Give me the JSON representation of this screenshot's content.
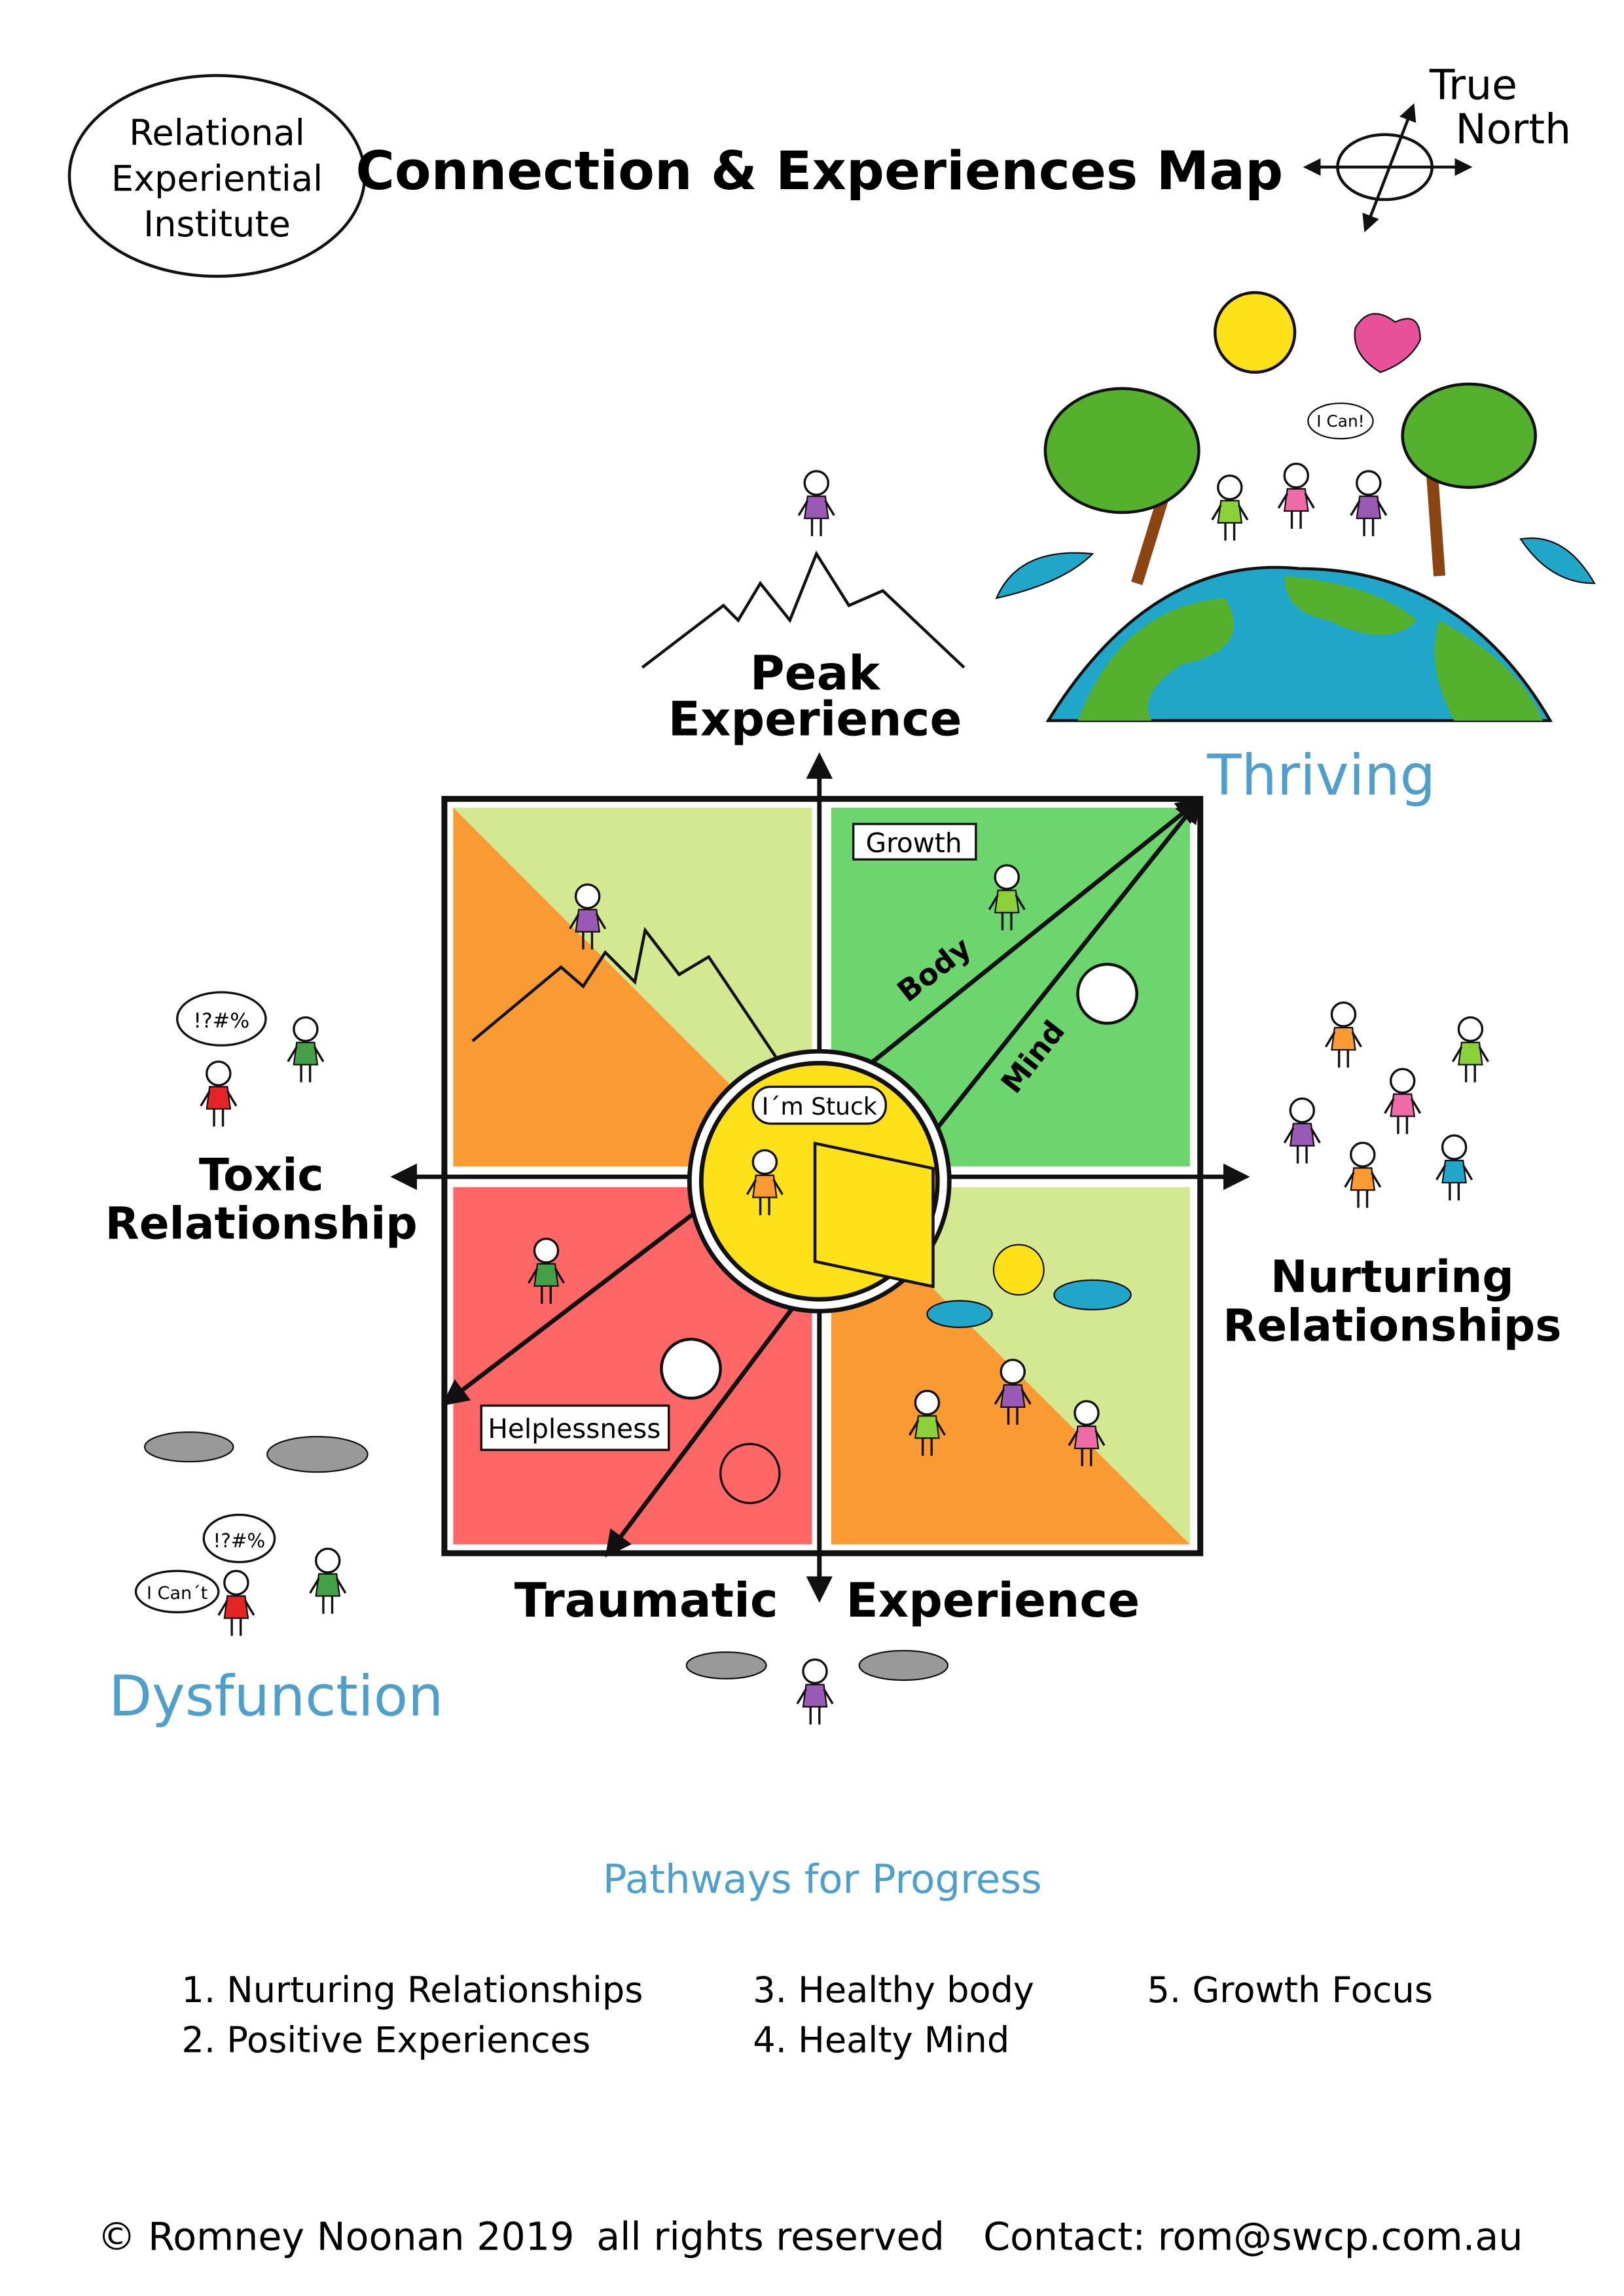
{
  "header": {
    "logo_lines": [
      "Relational",
      "Experiential",
      "Institute"
    ],
    "title": "Connection & Experiences Map",
    "compass_lines": [
      "True",
      "North"
    ]
  },
  "axes": {
    "top": [
      "Peak",
      "Experience"
    ],
    "left": [
      "Toxic",
      "Relationship"
    ],
    "right": [
      "Nurturing",
      "Relationships"
    ],
    "bottom_left": "Traumatic",
    "bottom_right": "Experience"
  },
  "corners": {
    "thriving": "Thriving",
    "dysfunction": "Dysfunction"
  },
  "quadrant_labels": {
    "growth": "Growth",
    "body": "Body",
    "mind": "Mind",
    "stuck": "I´m Stuck",
    "helplessness": "Helplessness"
  },
  "bubbles": {
    "can": "I Can!",
    "cant": "I Can´t",
    "swear": "!?#%"
  },
  "pathways": {
    "title": "Pathways for Progress",
    "items": [
      "1.  Nurturing Relationships",
      "2.  Positive Experiences",
      "3.  Healthy body",
      "4.  Healty Mind",
      "5.  Growth Focus"
    ]
  },
  "footer": {
    "copyright": "© Romney Noonan 2019",
    "rights": "all rights reserved",
    "contact": "Contact: rom@swcp.com.au"
  },
  "colors": {
    "orange": "#f99a33",
    "light_green": "#d4e892",
    "green": "#6dd56d",
    "red": "#ff6666",
    "yellow": "#ffe11a",
    "accent_blue": "#4e9fcc"
  }
}
